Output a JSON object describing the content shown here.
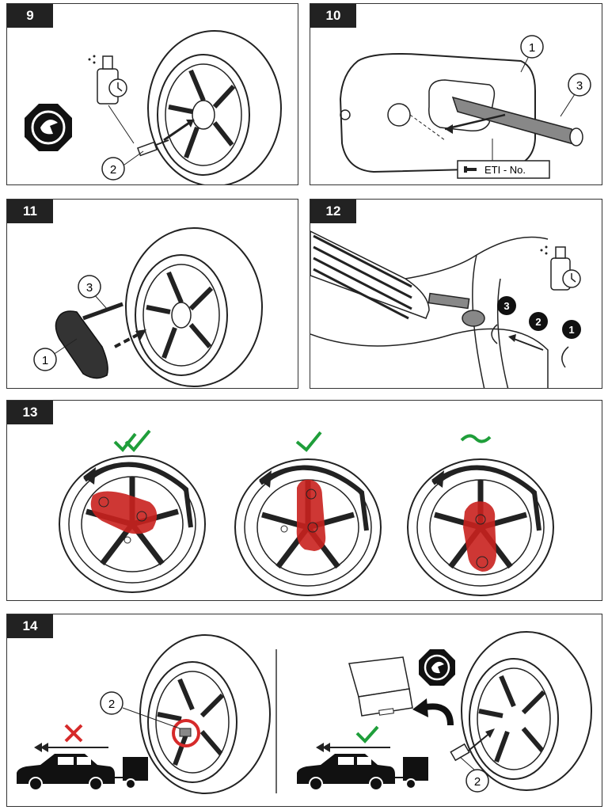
{
  "steps": [
    {
      "id": "9",
      "label": "9",
      "callouts": [
        "2"
      ]
    },
    {
      "id": "10",
      "label": "10",
      "callouts": [
        "1",
        "3"
      ],
      "eti_label": "ETI - No."
    },
    {
      "id": "11",
      "label": "11",
      "callouts": [
        "3",
        "1"
      ]
    },
    {
      "id": "12",
      "label": "12",
      "sequence": [
        "3",
        "2",
        "1"
      ]
    },
    {
      "id": "13",
      "label": "13",
      "ratings": [
        "double-check",
        "check",
        "tilde"
      ]
    },
    {
      "id": "14",
      "label": "14",
      "callouts_left": [
        "2"
      ],
      "callouts_right": [
        "2"
      ]
    }
  ],
  "colors": {
    "accent_green": "#1f9e3a",
    "accent_red": "#d62a2a",
    "overlay_red": "#c9211e",
    "badge_bg": "#222222",
    "line": "#333333"
  },
  "icons": [
    "spray-can-icon",
    "clock-icon",
    "thumb-wheel-icon",
    "check-icon",
    "cross-icon",
    "car-icon",
    "trailer-icon",
    "case-icon",
    "curved-arrow-icon"
  ]
}
